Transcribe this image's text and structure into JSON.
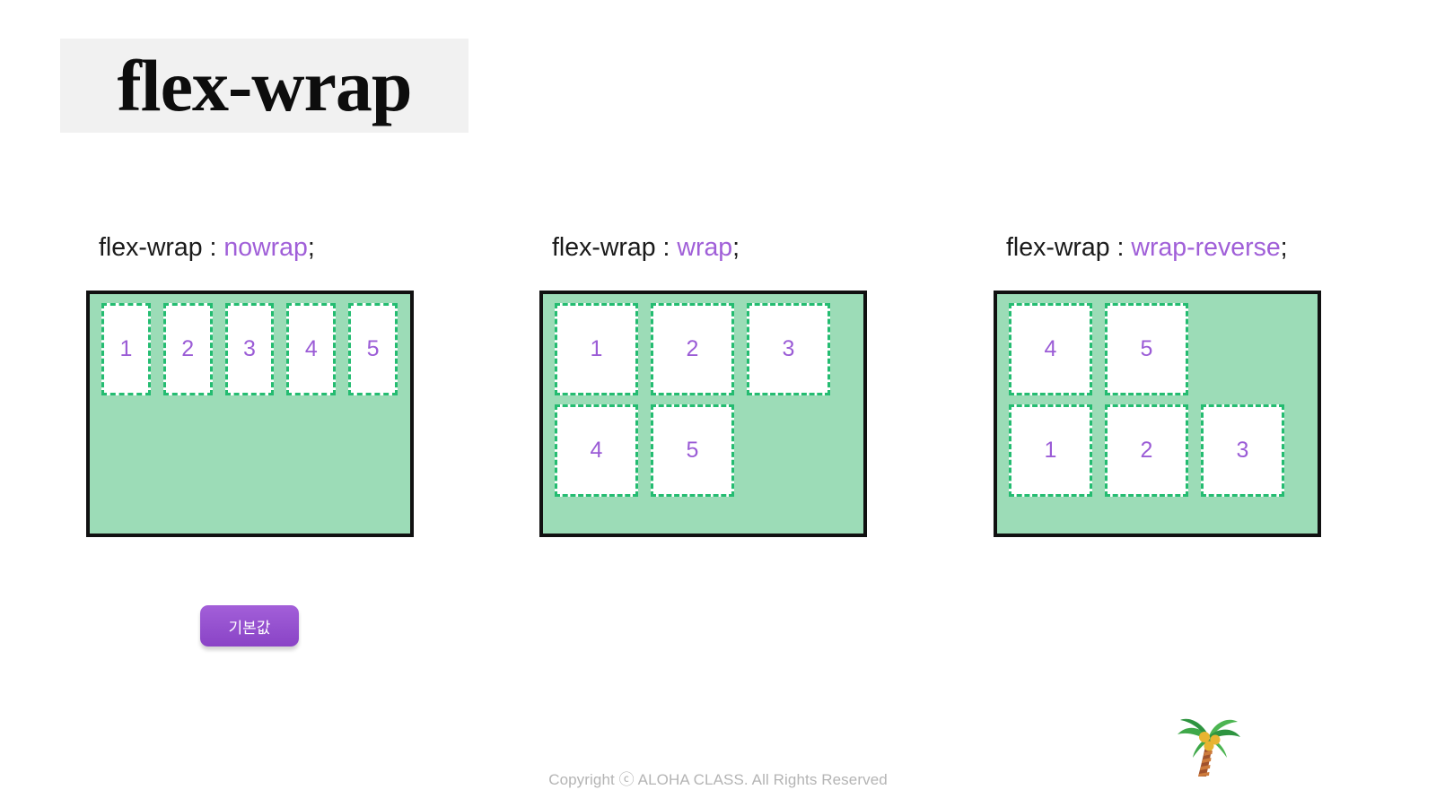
{
  "slide": {
    "title": "flex-wrap",
    "title_bg": "#f1f1f1",
    "accent_purple": "#a05fd8",
    "container_green": "#9cdcb7",
    "item_border_green": "#24bc71",
    "container_border": "#111111"
  },
  "demos": [
    {
      "prop": "flex-wrap : ",
      "value": "nowrap",
      "terminator": ";",
      "mode": "nowrap",
      "items": [
        "1",
        "2",
        "3",
        "4",
        "5"
      ]
    },
    {
      "prop": "flex-wrap : ",
      "value": "wrap",
      "terminator": ";",
      "mode": "wrap",
      "items": [
        "1",
        "2",
        "3",
        "4",
        "5"
      ]
    },
    {
      "prop": "flex-wrap : ",
      "value": "wrap-reverse",
      "terminator": ";",
      "mode": "wrap-reverse",
      "items": [
        "1",
        "2",
        "3",
        "4",
        "5"
      ]
    }
  ],
  "default_button": {
    "label": "기본값",
    "color": "#9551cf"
  },
  "footer": {
    "copyright": "Copyright ⓒ ALOHA CLASS. All Rights Reserved",
    "decoration_icon": "palm-tree-icon"
  }
}
